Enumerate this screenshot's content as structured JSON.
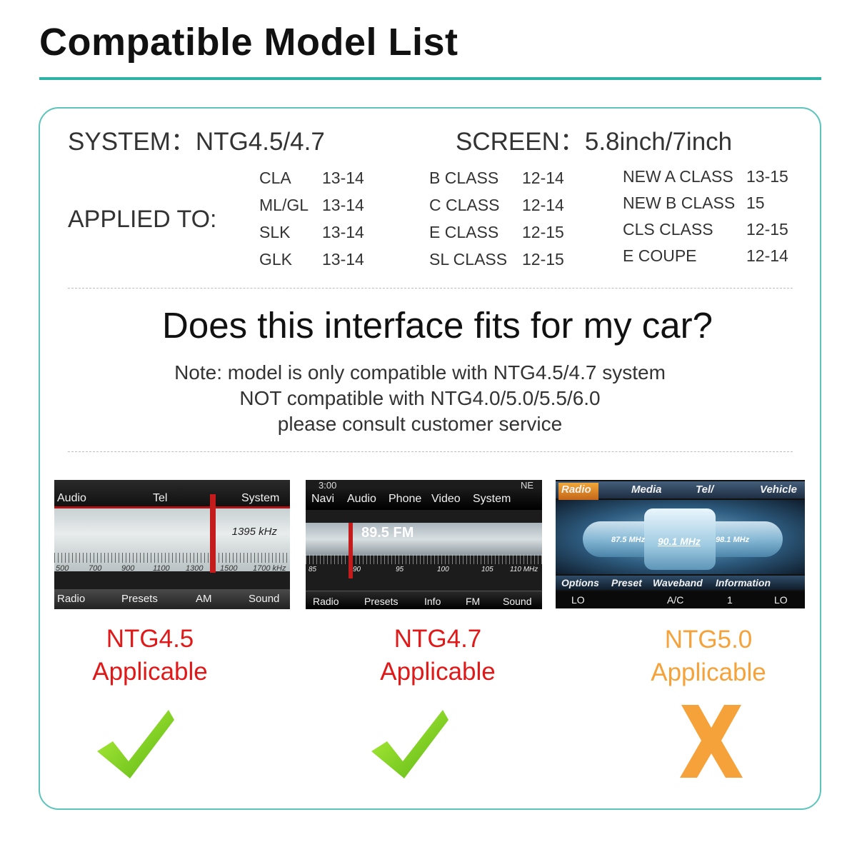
{
  "header": {
    "title": "Compatible Model List"
  },
  "system": {
    "system_text": "SYSTEM：NTG4.5/4.7",
    "screen_text": "SCREEN：5.8inch/7inch",
    "applied_label": "APPLIED TO:"
  },
  "models": {
    "col_a": [
      {
        "name": "CLA",
        "years": "13-14"
      },
      {
        "name": "ML/GL",
        "years": "13-14"
      },
      {
        "name": "SLK",
        "years": "13-14"
      },
      {
        "name": "GLK",
        "years": "13-14"
      }
    ],
    "col_b": [
      {
        "name": "B CLASS",
        "years": "12-14"
      },
      {
        "name": "C CLASS",
        "years": "12-14"
      },
      {
        "name": "E CLASS",
        "years": "12-15"
      },
      {
        "name": "SL CLASS",
        "years": "12-15"
      }
    ],
    "col_c": [
      {
        "name": "NEW A CLASS",
        "years": "13-15"
      },
      {
        "name": "NEW B CLASS",
        "years": "15"
      },
      {
        "name": "CLS CLASS",
        "years": "12-15"
      },
      {
        "name": "E COUPE",
        "years": "12-14"
      }
    ]
  },
  "question": "Does this interface fits for my car?",
  "notes": [
    "Note: model is only compatible with NTG4.5/4.7 system",
    "NOT compatible with NTG4.0/5.0/5.5/6.0",
    "please consult customer service"
  ],
  "screens": {
    "ntg45": {
      "tabs": [
        "Audio",
        "Tel",
        "System"
      ],
      "frequency": "1395 kHz",
      "scale": [
        "500",
        "700",
        "900",
        "1100",
        "1300",
        "1500",
        "1700 kHz"
      ],
      "bottom": [
        "Radio",
        "Presets",
        "AM",
        "Sound"
      ]
    },
    "ntg47": {
      "time": "3:00",
      "compass": "NE",
      "tabs": [
        "Navi",
        "Audio",
        "Phone",
        "Video",
        "System"
      ],
      "frequency": "89.5 FM",
      "scale": [
        "85",
        "90",
        "95",
        "100",
        "105",
        "110 MHz"
      ],
      "bottom": [
        "Radio",
        "Presets",
        "Info",
        "FM",
        "Sound"
      ]
    },
    "ntg50": {
      "tabs": [
        "Radio",
        "Media",
        "Tel/",
        "Vehicle"
      ],
      "frequencies": [
        "87.5 MHz",
        "90.1 MHz",
        "98.1 MHz"
      ],
      "menu": [
        "Options",
        "Preset",
        "Waveband",
        "Information"
      ],
      "climate": [
        "LO",
        "A/C",
        "1",
        "LO"
      ]
    }
  },
  "systems": [
    {
      "name": "NTG4.5",
      "status": "Applicable",
      "verdict": "check",
      "color": "#e11818"
    },
    {
      "name": "NTG4.7",
      "status": "Applicable",
      "verdict": "check",
      "color": "#e11818"
    },
    {
      "name": "NTG5.0",
      "status": "Applicable",
      "verdict": "x",
      "color": "#f6a23a"
    }
  ],
  "colors": {
    "accent": "#2fb3a6",
    "check": "#7ed321",
    "cross": "#f6a23a"
  }
}
